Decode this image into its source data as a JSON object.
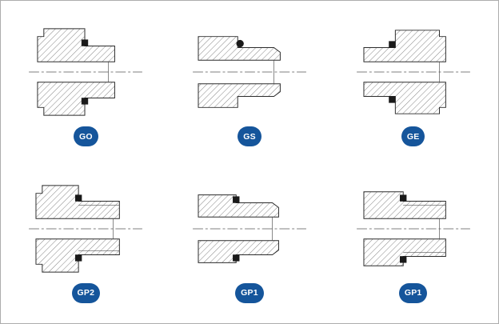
{
  "frame": {
    "border_color": "#adadad",
    "background": "#ffffff"
  },
  "drawing_style": {
    "outline_color": "#2b2b2b",
    "hatch_color": "#666666",
    "seal_color": "#1a1a1a",
    "centerline_color": "#555555"
  },
  "badge": {
    "background": "#15559b",
    "text_color": "#ffffff"
  },
  "fittings": [
    {
      "label": "GO",
      "drawing": "cross-section-plug-fitting-o-rings-top-bottom"
    },
    {
      "label": "GS",
      "drawing": "cross-section-fitting-o-ring-top"
    },
    {
      "label": "GE",
      "drawing": "cross-section-fitting-body-right-o-rings-at-step"
    },
    {
      "label": "GP2",
      "drawing": "cross-section-threaded-fitting-o-rings-top-bottom"
    },
    {
      "label": "GP1",
      "drawing": "cross-section-threaded-fitting-chamfered-end"
    },
    {
      "label": "GP1",
      "drawing": "cross-section-threaded-fitting-straight-end"
    }
  ]
}
